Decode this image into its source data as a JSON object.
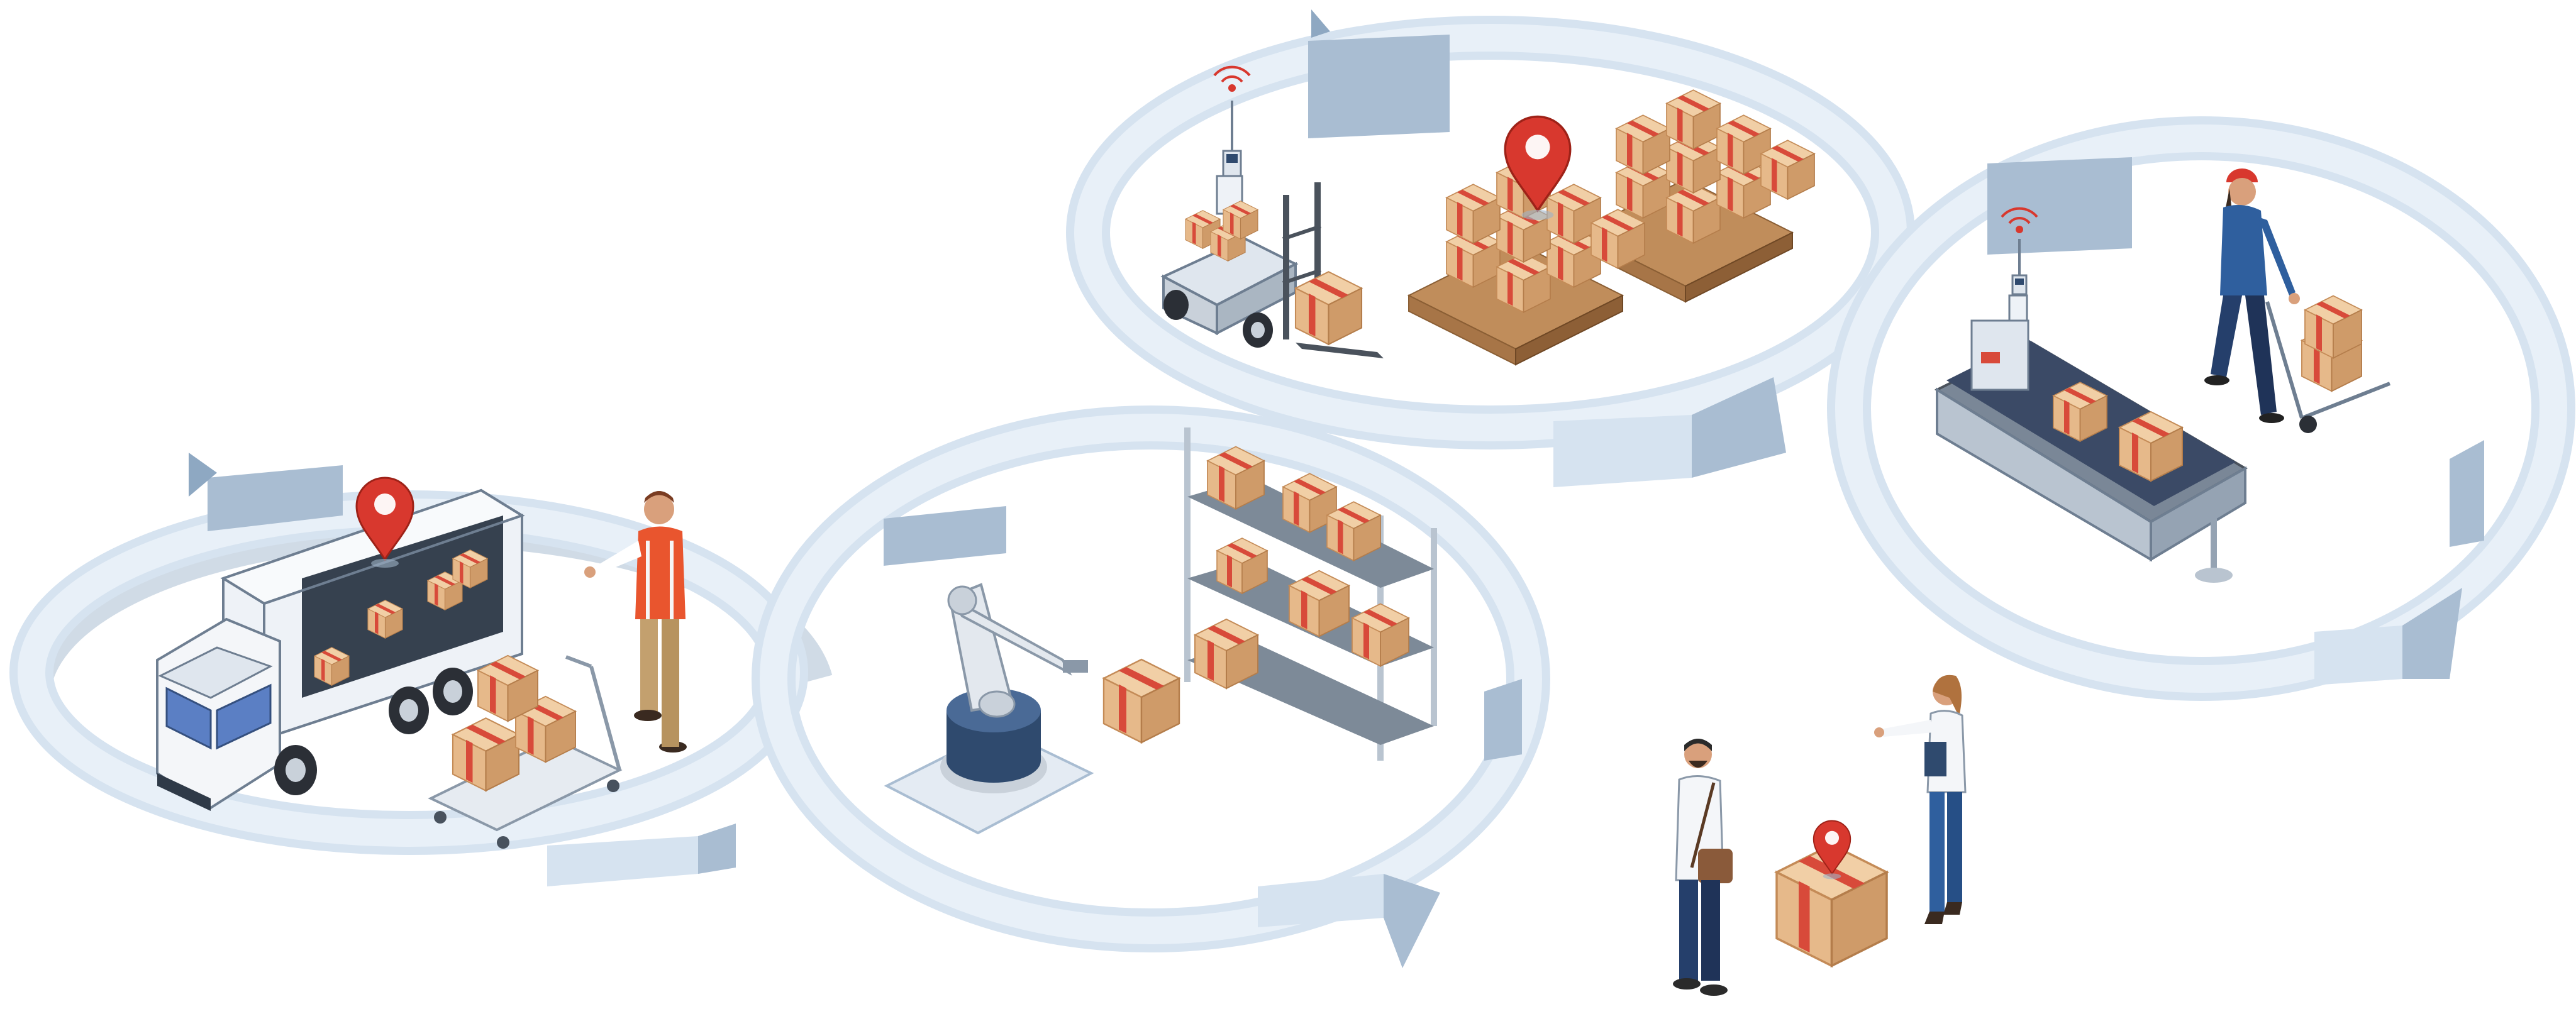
{
  "illustration": {
    "scenes": [
      {
        "name": "truck-loading",
        "objects": [
          "delivery-truck",
          "location-pin-icon",
          "worker-safety-vest",
          "cargo-boxes",
          "hand-trolley"
        ]
      },
      {
        "name": "automated-forklift",
        "objects": [
          "robot-forklift",
          "wifi-signal-icon",
          "cardboard-boxes"
        ]
      },
      {
        "name": "pallet-storage",
        "objects": [
          "stacked-pallets",
          "location-pin-icon"
        ]
      },
      {
        "name": "conveyor-sorting",
        "objects": [
          "conveyor-belt",
          "scanner-robot",
          "wifi-signal-icon",
          "worker-hand-truck"
        ]
      },
      {
        "name": "robot-arm-shelving",
        "objects": [
          "robotic-arm",
          "storage-rack",
          "cardboard-boxes"
        ]
      },
      {
        "name": "customer-delivery",
        "objects": [
          "courier-man",
          "business-woman",
          "package-box",
          "location-pin-icon"
        ]
      }
    ]
  },
  "colors": {
    "arrow_light": "#e8f0f8",
    "arrow_mid": "#d6e3f0",
    "arrow_side": "#a9bdd2",
    "arrow_dark": "#8ea8c2",
    "box": "#e6b98a",
    "box_top": "#f1cfa6",
    "box_side": "#cf9b69",
    "tape": "#d84a3a",
    "pallet": "#a77547",
    "pin": "#d8382e",
    "vest": "#e9552e",
    "truck": "#eef2f7",
    "truck_blue": "#5b7fc4",
    "robot_base": "#2f4a6e",
    "metal": "#c9d1da",
    "skin": "#d9a07c",
    "navy": "#253f6b",
    "hair": "#3a2a20"
  }
}
